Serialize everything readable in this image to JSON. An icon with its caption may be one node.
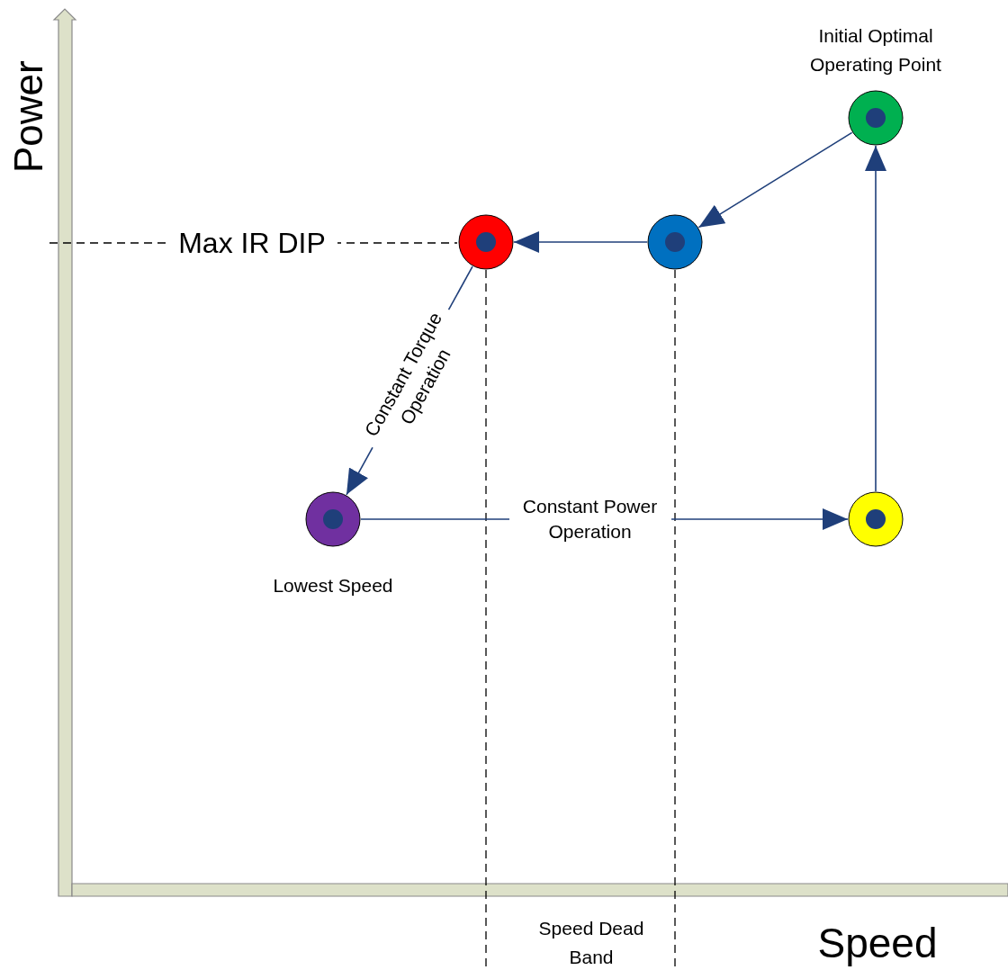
{
  "diagram": {
    "nodes": [
      {
        "text": [],
        "shape": "circle",
        "beside": [
          "Initial Optimal Operating Point"
        ]
      },
      {
        "text": [],
        "shape": "circle"
      },
      {
        "text": [],
        "shape": "circle"
      },
      {
        "text": [],
        "shape": "circle",
        "beside": [
          "Lowest Speed"
        ]
      },
      {
        "text": [],
        "shape": "circle"
      }
    ],
    "edges": [
      {
        "from": 0,
        "to": 1,
        "arrow": "to"
      },
      {
        "from": 1,
        "to": 2,
        "arrow": "to"
      },
      {
        "from": 2,
        "to": 3,
        "arrow": "to",
        "label": "Constant Torque Operation"
      },
      {
        "from": 3,
        "to": 4,
        "arrow": "to",
        "label": "Constant Power Operation"
      },
      {
        "from": 4,
        "to": 0,
        "arrow": "to"
      }
    ],
    "labels": [
      "Power",
      "Max IR DIP",
      "Speed Dead Band",
      "Speed"
    ]
  }
}
